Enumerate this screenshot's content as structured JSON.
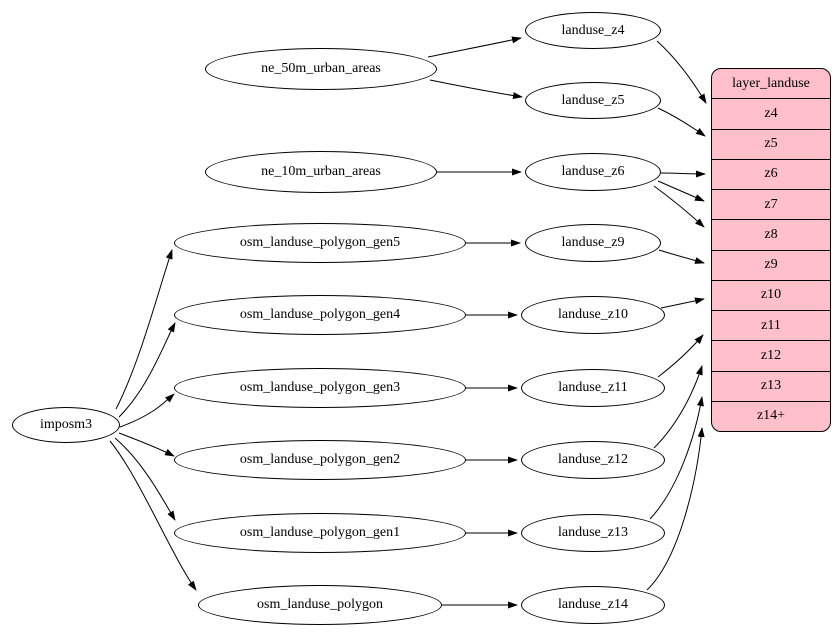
{
  "diagram": {
    "nodes": {
      "imposm3": {
        "label": "imposm3"
      },
      "ne_50m_urban_areas": {
        "label": "ne_50m_urban_areas"
      },
      "ne_10m_urban_areas": {
        "label": "ne_10m_urban_areas"
      },
      "osm_landuse_polygon_gen5": {
        "label": "osm_landuse_polygon_gen5"
      },
      "osm_landuse_polygon_gen4": {
        "label": "osm_landuse_polygon_gen4"
      },
      "osm_landuse_polygon_gen3": {
        "label": "osm_landuse_polygon_gen3"
      },
      "osm_landuse_polygon_gen2": {
        "label": "osm_landuse_polygon_gen2"
      },
      "osm_landuse_polygon_gen1": {
        "label": "osm_landuse_polygon_gen1"
      },
      "osm_landuse_polygon": {
        "label": "osm_landuse_polygon"
      },
      "landuse_z4": {
        "label": "landuse_z4"
      },
      "landuse_z5": {
        "label": "landuse_z5"
      },
      "landuse_z6": {
        "label": "landuse_z6"
      },
      "landuse_z9": {
        "label": "landuse_z9"
      },
      "landuse_z10": {
        "label": "landuse_z10"
      },
      "landuse_z11": {
        "label": "landuse_z11"
      },
      "landuse_z12": {
        "label": "landuse_z12"
      },
      "landuse_z13": {
        "label": "landuse_z13"
      },
      "landuse_z14": {
        "label": "landuse_z14"
      }
    },
    "layer_table": {
      "header": "layer_landuse",
      "rows": [
        "z4",
        "z5",
        "z6",
        "z7",
        "z8",
        "z9",
        "z10",
        "z11",
        "z12",
        "z13",
        "z14+"
      ],
      "fill_color": "#ffc0cb",
      "border_color": "#000000"
    },
    "edges": [
      {
        "from": "imposm3",
        "to": "osm_landuse_polygon_gen5"
      },
      {
        "from": "imposm3",
        "to": "osm_landuse_polygon_gen4"
      },
      {
        "from": "imposm3",
        "to": "osm_landuse_polygon_gen3"
      },
      {
        "from": "imposm3",
        "to": "osm_landuse_polygon_gen2"
      },
      {
        "from": "imposm3",
        "to": "osm_landuse_polygon_gen1"
      },
      {
        "from": "imposm3",
        "to": "osm_landuse_polygon"
      },
      {
        "from": "ne_50m_urban_areas",
        "to": "landuse_z4"
      },
      {
        "from": "ne_50m_urban_areas",
        "to": "landuse_z5"
      },
      {
        "from": "ne_10m_urban_areas",
        "to": "landuse_z6"
      },
      {
        "from": "osm_landuse_polygon_gen5",
        "to": "landuse_z9"
      },
      {
        "from": "osm_landuse_polygon_gen4",
        "to": "landuse_z10"
      },
      {
        "from": "osm_landuse_polygon_gen3",
        "to": "landuse_z11"
      },
      {
        "from": "osm_landuse_polygon_gen2",
        "to": "landuse_z12"
      },
      {
        "from": "osm_landuse_polygon_gen1",
        "to": "landuse_z13"
      },
      {
        "from": "osm_landuse_polygon",
        "to": "landuse_z14"
      },
      {
        "from": "landuse_z4",
        "to": "layer_landuse.z4"
      },
      {
        "from": "landuse_z5",
        "to": "layer_landuse.z5"
      },
      {
        "from": "landuse_z6",
        "to": "layer_landuse.z6"
      },
      {
        "from": "landuse_z6",
        "to": "layer_landuse.z7"
      },
      {
        "from": "landuse_z6",
        "to": "layer_landuse.z8"
      },
      {
        "from": "landuse_z9",
        "to": "layer_landuse.z9"
      },
      {
        "from": "landuse_z10",
        "to": "layer_landuse.z10"
      },
      {
        "from": "landuse_z11",
        "to": "layer_landuse.z11"
      },
      {
        "from": "landuse_z12",
        "to": "layer_landuse.z12"
      },
      {
        "from": "landuse_z13",
        "to": "layer_landuse.z13"
      },
      {
        "from": "landuse_z14",
        "to": "layer_landuse.z14+"
      }
    ]
  }
}
